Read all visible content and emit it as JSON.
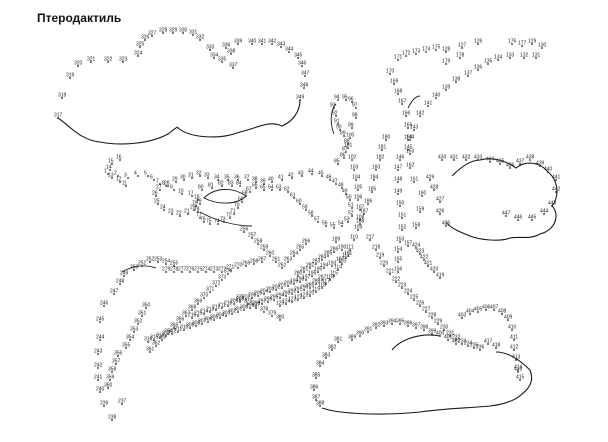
{
  "title": "Птеродактиль",
  "colors": {
    "ink": "#1a1a1a",
    "background": "#ffffff"
  },
  "labels": [
    {
      "t": "329"
    },
    {
      "t": "328"
    },
    {
      "t": "330"
    },
    {
      "t": "331"
    },
    {
      "t": "327"
    },
    {
      "t": "326"
    },
    {
      "t": "325"
    },
    {
      "t": "324"
    },
    {
      "t": "323"
    },
    {
      "t": "322"
    },
    {
      "t": "321"
    },
    {
      "t": "320"
    },
    {
      "t": "319"
    },
    {
      "t": "318"
    },
    {
      "t": "317"
    },
    {
      "t": "332"
    },
    {
      "t": "333"
    },
    {
      "t": "334"
    },
    {
      "t": "335"
    },
    {
      "t": "336"
    },
    {
      "t": "337"
    },
    {
      "t": "338"
    },
    {
      "t": "339"
    },
    {
      "t": "340"
    },
    {
      "t": "341"
    },
    {
      "t": "342"
    },
    {
      "t": "343"
    },
    {
      "t": "344"
    },
    {
      "t": "345"
    },
    {
      "t": "346"
    },
    {
      "t": "347"
    },
    {
      "t": "348"
    },
    {
      "t": "349"
    },
    {
      "t": "126"
    },
    {
      "t": "127"
    },
    {
      "t": "128"
    },
    {
      "t": "129"
    },
    {
      "t": "130"
    },
    {
      "t": "131"
    },
    {
      "t": "132"
    },
    {
      "t": "133"
    },
    {
      "t": "134"
    },
    {
      "t": "135"
    },
    {
      "t": "136"
    },
    {
      "t": "137"
    },
    {
      "t": "138"
    },
    {
      "t": "139"
    },
    {
      "t": "140"
    },
    {
      "t": "141"
    },
    {
      "t": "142"
    },
    {
      "t": "143"
    },
    {
      "t": "144"
    },
    {
      "t": "145"
    },
    {
      "t": "146"
    },
    {
      "t": "147"
    },
    {
      "t": "148"
    },
    {
      "t": "149"
    },
    {
      "t": "150"
    },
    {
      "t": "151"
    },
    {
      "t": "152"
    },
    {
      "t": "153"
    },
    {
      "t": "154"
    },
    {
      "t": "155"
    },
    {
      "t": "156"
    },
    {
      "t": "157"
    },
    {
      "t": "158"
    },
    {
      "t": "159"
    },
    {
      "t": "160"
    },
    {
      "t": "161"
    },
    {
      "t": "162"
    },
    {
      "t": "163"
    },
    {
      "t": "164"
    },
    {
      "t": "165"
    },
    {
      "t": "166"
    },
    {
      "t": "167"
    },
    {
      "t": "168"
    },
    {
      "t": "169"
    },
    {
      "t": "170"
    },
    {
      "t": "171"
    },
    {
      "t": "172"
    },
    {
      "t": "173"
    },
    {
      "t": "174"
    },
    {
      "t": "175"
    },
    {
      "t": "176"
    },
    {
      "t": "177"
    },
    {
      "t": "178"
    },
    {
      "t": "179"
    },
    {
      "t": "425"
    },
    {
      "t": "426"
    },
    {
      "t": "427"
    },
    {
      "t": "428"
    },
    {
      "t": "429"
    },
    {
      "t": "430"
    },
    {
      "t": "431"
    },
    {
      "t": "432"
    },
    {
      "t": "433"
    },
    {
      "t": "434"
    },
    {
      "t": "435"
    },
    {
      "t": "436"
    },
    {
      "t": "437"
    },
    {
      "t": "438"
    },
    {
      "t": "439"
    },
    {
      "t": "440"
    },
    {
      "t": "441"
    },
    {
      "t": "442"
    },
    {
      "t": "443"
    },
    {
      "t": "444"
    },
    {
      "t": "445"
    },
    {
      "t": "446"
    },
    {
      "t": "447"
    },
    {
      "t": "1"
    },
    {
      "t": "2"
    },
    {
      "t": "3"
    },
    {
      "t": "4"
    },
    {
      "t": "5"
    },
    {
      "t": "6"
    },
    {
      "t": "7"
    },
    {
      "t": "8"
    },
    {
      "t": "9"
    },
    {
      "t": "10"
    },
    {
      "t": "11"
    },
    {
      "t": "12"
    },
    {
      "t": "13"
    },
    {
      "t": "14"
    },
    {
      "t": "15"
    },
    {
      "t": "16"
    },
    {
      "t": "17"
    },
    {
      "t": "18"
    },
    {
      "t": "19"
    },
    {
      "t": "20"
    },
    {
      "t": "21"
    },
    {
      "t": "22"
    },
    {
      "t": "23"
    },
    {
      "t": "24"
    },
    {
      "t": "25"
    },
    {
      "t": "26"
    },
    {
      "t": "27"
    },
    {
      "t": "28"
    },
    {
      "t": "29"
    },
    {
      "t": "30"
    },
    {
      "t": "31"
    },
    {
      "t": "32"
    },
    {
      "t": "33"
    },
    {
      "t": "34"
    },
    {
      "t": "35"
    },
    {
      "t": "36"
    },
    {
      "t": "37"
    },
    {
      "t": "38"
    },
    {
      "t": "39"
    },
    {
      "t": "40"
    },
    {
      "t": "41"
    },
    {
      "t": "42"
    },
    {
      "t": "43"
    },
    {
      "t": "44"
    },
    {
      "t": "45"
    },
    {
      "t": "46"
    },
    {
      "t": "47"
    },
    {
      "t": "48"
    },
    {
      "t": "49"
    },
    {
      "t": "50"
    },
    {
      "t": "51"
    },
    {
      "t": "52"
    },
    {
      "t": "53"
    },
    {
      "t": "54"
    },
    {
      "t": "55"
    },
    {
      "t": "56"
    },
    {
      "t": "57"
    },
    {
      "t": "58"
    },
    {
      "t": "59"
    },
    {
      "t": "60"
    },
    {
      "t": "61"
    },
    {
      "t": "62"
    },
    {
      "t": "63"
    },
    {
      "t": "64"
    },
    {
      "t": "65"
    },
    {
      "t": "66"
    },
    {
      "t": "67"
    },
    {
      "t": "68"
    },
    {
      "t": "69"
    },
    {
      "t": "70"
    },
    {
      "t": "71"
    },
    {
      "t": "72"
    },
    {
      "t": "73"
    },
    {
      "t": "74"
    },
    {
      "t": "75"
    },
    {
      "t": "76"
    },
    {
      "t": "77"
    },
    {
      "t": "78"
    },
    {
      "t": "79"
    },
    {
      "t": "80"
    },
    {
      "t": "81"
    },
    {
      "t": "82"
    },
    {
      "t": "83"
    },
    {
      "t": "84"
    },
    {
      "t": "85"
    },
    {
      "t": "86"
    },
    {
      "t": "87"
    },
    {
      "t": "88"
    },
    {
      "t": "89"
    },
    {
      "t": "90"
    },
    {
      "t": "91"
    },
    {
      "t": "92"
    },
    {
      "t": "93"
    },
    {
      "t": "94"
    },
    {
      "t": "95"
    },
    {
      "t": "96"
    },
    {
      "t": "97"
    },
    {
      "t": "98"
    },
    {
      "t": "99"
    },
    {
      "t": "100"
    },
    {
      "t": "101"
    },
    {
      "t": "102"
    },
    {
      "t": "103"
    },
    {
      "t": "104"
    },
    {
      "t": "105"
    },
    {
      "t": "106"
    },
    {
      "t": "107"
    },
    {
      "t": "108"
    },
    {
      "t": "109"
    },
    {
      "t": "110"
    },
    {
      "t": "111"
    },
    {
      "t": "112"
    },
    {
      "t": "113"
    },
    {
      "t": "114"
    },
    {
      "t": "115"
    },
    {
      "t": "116"
    },
    {
      "t": "117"
    },
    {
      "t": "118"
    },
    {
      "t": "119"
    },
    {
      "t": "120"
    },
    {
      "t": "121"
    },
    {
      "t": "122"
    },
    {
      "t": "123"
    },
    {
      "t": "124"
    },
    {
      "t": "125"
    },
    {
      "t": "180"
    },
    {
      "t": "181"
    },
    {
      "t": "182"
    },
    {
      "t": "183"
    },
    {
      "t": "184"
    },
    {
      "t": "185"
    },
    {
      "t": "186"
    },
    {
      "t": "187"
    },
    {
      "t": "188"
    },
    {
      "t": "189"
    },
    {
      "t": "190"
    },
    {
      "t": "191"
    },
    {
      "t": "192"
    },
    {
      "t": "193"
    },
    {
      "t": "194"
    },
    {
      "t": "195"
    },
    {
      "t": "196"
    },
    {
      "t": "197"
    },
    {
      "t": "198"
    },
    {
      "t": "199"
    },
    {
      "t": "200"
    },
    {
      "t": "201"
    },
    {
      "t": "202"
    },
    {
      "t": "203"
    },
    {
      "t": "204"
    },
    {
      "t": "205"
    },
    {
      "t": "206"
    },
    {
      "t": "207"
    },
    {
      "t": "208"
    },
    {
      "t": "209"
    },
    {
      "t": "210"
    },
    {
      "t": "211"
    },
    {
      "t": "212"
    },
    {
      "t": "213"
    },
    {
      "t": "214"
    },
    {
      "t": "215"
    },
    {
      "t": "216"
    },
    {
      "t": "217"
    },
    {
      "t": "218"
    },
    {
      "t": "219"
    },
    {
      "t": "220"
    },
    {
      "t": "221"
    },
    {
      "t": "222"
    },
    {
      "t": "223"
    },
    {
      "t": "224"
    },
    {
      "t": "225"
    },
    {
      "t": "226"
    },
    {
      "t": "227"
    },
    {
      "t": "228"
    },
    {
      "t": "229"
    },
    {
      "t": "230"
    },
    {
      "t": "231"
    },
    {
      "t": "232"
    },
    {
      "t": "233"
    },
    {
      "t": "234"
    },
    {
      "t": "235"
    },
    {
      "t": "236"
    },
    {
      "t": "237"
    },
    {
      "t": "238"
    },
    {
      "t": "239"
    },
    {
      "t": "240"
    },
    {
      "t": "241"
    },
    {
      "t": "242"
    },
    {
      "t": "243"
    },
    {
      "t": "244"
    },
    {
      "t": "245"
    },
    {
      "t": "246"
    },
    {
      "t": "247"
    },
    {
      "t": "248"
    },
    {
      "t": "249"
    },
    {
      "t": "250"
    },
    {
      "t": "251"
    },
    {
      "t": "252"
    },
    {
      "t": "253"
    },
    {
      "t": "254"
    },
    {
      "t": "255"
    },
    {
      "t": "256"
    },
    {
      "t": "257"
    },
    {
      "t": "258"
    },
    {
      "t": "259"
    },
    {
      "t": "260"
    },
    {
      "t": "261"
    },
    {
      "t": "262"
    },
    {
      "t": "263"
    },
    {
      "t": "264"
    },
    {
      "t": "265"
    },
    {
      "t": "266"
    },
    {
      "t": "267"
    },
    {
      "t": "268"
    },
    {
      "t": "269"
    },
    {
      "t": "270"
    },
    {
      "t": "271"
    },
    {
      "t": "272"
    },
    {
      "t": "273"
    },
    {
      "t": "274"
    },
    {
      "t": "275"
    },
    {
      "t": "276"
    },
    {
      "t": "277"
    },
    {
      "t": "278"
    },
    {
      "t": "279"
    },
    {
      "t": "280"
    },
    {
      "t": "281"
    },
    {
      "t": "282"
    },
    {
      "t": "283"
    },
    {
      "t": "284"
    },
    {
      "t": "285"
    },
    {
      "t": "286"
    },
    {
      "t": "287"
    },
    {
      "t": "288"
    },
    {
      "t": "289"
    },
    {
      "t": "290"
    },
    {
      "t": "291"
    },
    {
      "t": "292"
    },
    {
      "t": "293"
    },
    {
      "t": "294"
    },
    {
      "t": "295"
    },
    {
      "t": "296"
    },
    {
      "t": "297"
    },
    {
      "t": "298"
    },
    {
      "t": "299"
    },
    {
      "t": "300"
    },
    {
      "t": "301"
    },
    {
      "t": "302"
    },
    {
      "t": "303"
    },
    {
      "t": "304"
    },
    {
      "t": "305"
    },
    {
      "t": "306"
    },
    {
      "t": "307"
    },
    {
      "t": "308"
    },
    {
      "t": "309"
    },
    {
      "t": "310"
    },
    {
      "t": "311"
    },
    {
      "t": "312"
    },
    {
      "t": "313"
    },
    {
      "t": "314"
    },
    {
      "t": "315"
    },
    {
      "t": "316"
    },
    {
      "t": "350"
    },
    {
      "t": "351"
    },
    {
      "t": "352"
    },
    {
      "t": "353"
    },
    {
      "t": "354"
    },
    {
      "t": "355"
    },
    {
      "t": "356"
    },
    {
      "t": "357"
    },
    {
      "t": "358"
    },
    {
      "t": "359"
    },
    {
      "t": "360"
    },
    {
      "t": "361"
    },
    {
      "t": "362"
    },
    {
      "t": "363"
    },
    {
      "t": "364"
    },
    {
      "t": "365"
    },
    {
      "t": "366"
    },
    {
      "t": "367"
    },
    {
      "t": "368"
    },
    {
      "t": "369"
    },
    {
      "t": "370"
    },
    {
      "t": "371"
    },
    {
      "t": "372"
    },
    {
      "t": "373"
    },
    {
      "t": "374"
    },
    {
      "t": "375"
    },
    {
      "t": "376"
    },
    {
      "t": "377"
    },
    {
      "t": "378"
    },
    {
      "t": "379"
    },
    {
      "t": "380"
    },
    {
      "t": "381"
    },
    {
      "t": "382"
    },
    {
      "t": "383"
    },
    {
      "t": "384"
    },
    {
      "t": "385"
    },
    {
      "t": "386"
    },
    {
      "t": "387"
    },
    {
      "t": "388"
    },
    {
      "t": "389"
    },
    {
      "t": "390"
    },
    {
      "t": "391"
    },
    {
      "t": "392"
    },
    {
      "t": "393"
    },
    {
      "t": "394"
    },
    {
      "t": "395"
    },
    {
      "t": "396"
    },
    {
      "t": "397"
    },
    {
      "t": "398"
    },
    {
      "t": "399"
    },
    {
      "t": "400"
    },
    {
      "t": "401"
    },
    {
      "t": "402"
    },
    {
      "t": "403"
    },
    {
      "t": "404"
    },
    {
      "t": "405"
    },
    {
      "t": "406"
    },
    {
      "t": "407"
    },
    {
      "t": "408"
    },
    {
      "t": "409"
    },
    {
      "t": "410"
    },
    {
      "t": "411"
    },
    {
      "t": "412"
    },
    {
      "t": "413"
    },
    {
      "t": "414"
    },
    {
      "t": "415"
    },
    {
      "t": "416"
    },
    {
      "t": "417"
    },
    {
      "t": "418"
    },
    {
      "t": "419"
    },
    {
      "t": "420"
    },
    {
      "t": "421"
    },
    {
      "t": "422"
    },
    {
      "t": "423"
    },
    {
      "t": "424"
    }
  ]
}
